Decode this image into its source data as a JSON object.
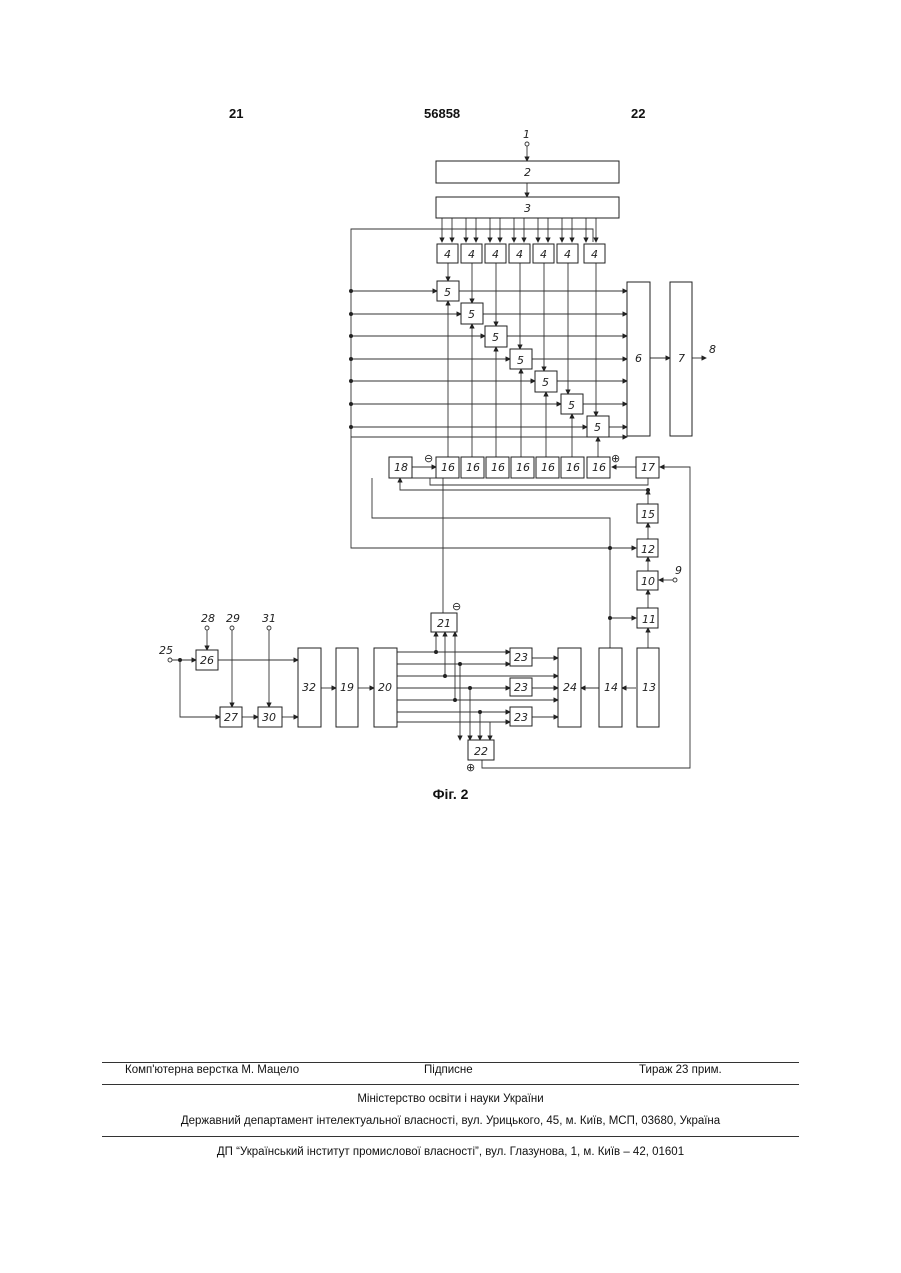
{
  "header": {
    "left_page": "21",
    "patent_number": "56858",
    "right_page": "22"
  },
  "figure": {
    "caption": "Фіг. 2",
    "labels": {
      "b1": "1",
      "b2": "2",
      "b3": "3",
      "b4": "4",
      "b5": "5",
      "b6": "6",
      "b7": "7",
      "b8": "8",
      "b9": "9",
      "b10": "10",
      "b11": "11",
      "b12": "12",
      "b13": "13",
      "b14": "14",
      "b15": "15",
      "b16": "16",
      "b17": "17",
      "b18": "18",
      "b19": "19",
      "b20": "20",
      "b21": "21",
      "b22": "22",
      "b23": "23",
      "b24": "24",
      "b25": "25",
      "b26": "26",
      "b27": "27",
      "b28": "28",
      "b29": "29",
      "b30": "30",
      "b31": "31",
      "b32": "32",
      "minus": "⊖",
      "plus": "⊕"
    }
  },
  "footer": {
    "layout_by": "Комп'ютерна верстка М. Мацело",
    "signed": "Підписне",
    "circulation": "Тираж 23 прим.",
    "ministry": "Міністерство освіти і науки України",
    "department": "Державний департамент інтелектуальної власності, вул. Урицького, 45, м. Київ, МСП, 03680, Україна",
    "institute": "ДП “Український інститут промислової власності”, вул. Глазунова, 1, м. Київ – 42, 01601"
  }
}
